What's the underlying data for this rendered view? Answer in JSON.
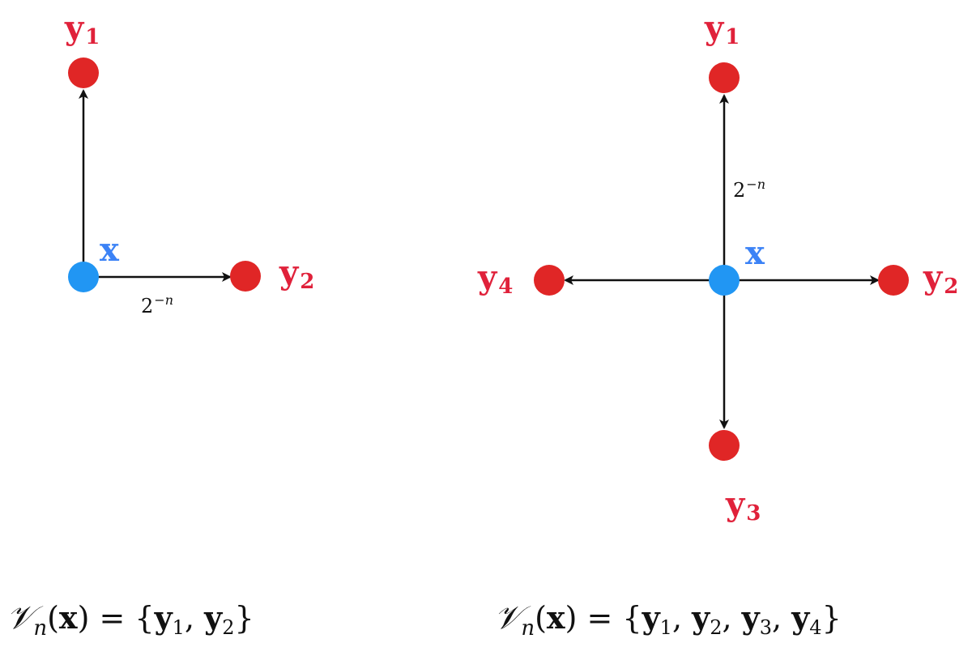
{
  "colors": {
    "source": "#2196f3",
    "source_label": "#3b82f6",
    "neighbor": "#e02626",
    "neighbor_label": "#e0213a",
    "edge": "#111111"
  },
  "left_panel": {
    "center": {
      "label": "x"
    },
    "neighbors": [
      {
        "label": "y",
        "index": "1"
      },
      {
        "label": "y",
        "index": "2"
      }
    ],
    "step_label": {
      "base": "2",
      "exponent": "−n"
    },
    "formula": {
      "set_symbol": "𝒱",
      "set_index": "n",
      "argument": "x",
      "elements": [
        {
          "label": "y",
          "index": "1"
        },
        {
          "label": "y",
          "index": "2"
        }
      ]
    }
  },
  "right_panel": {
    "center": {
      "label": "x"
    },
    "neighbors": [
      {
        "label": "y",
        "index": "1"
      },
      {
        "label": "y",
        "index": "2"
      },
      {
        "label": "y",
        "index": "3"
      },
      {
        "label": "y",
        "index": "4"
      }
    ],
    "step_label": {
      "base": "2",
      "exponent": "−n"
    },
    "formula": {
      "set_symbol": "𝒱",
      "set_index": "n",
      "argument": "x",
      "elements": [
        {
          "label": "y",
          "index": "1"
        },
        {
          "label": "y",
          "index": "2"
        },
        {
          "label": "y",
          "index": "3"
        },
        {
          "label": "y",
          "index": "4"
        }
      ]
    }
  }
}
